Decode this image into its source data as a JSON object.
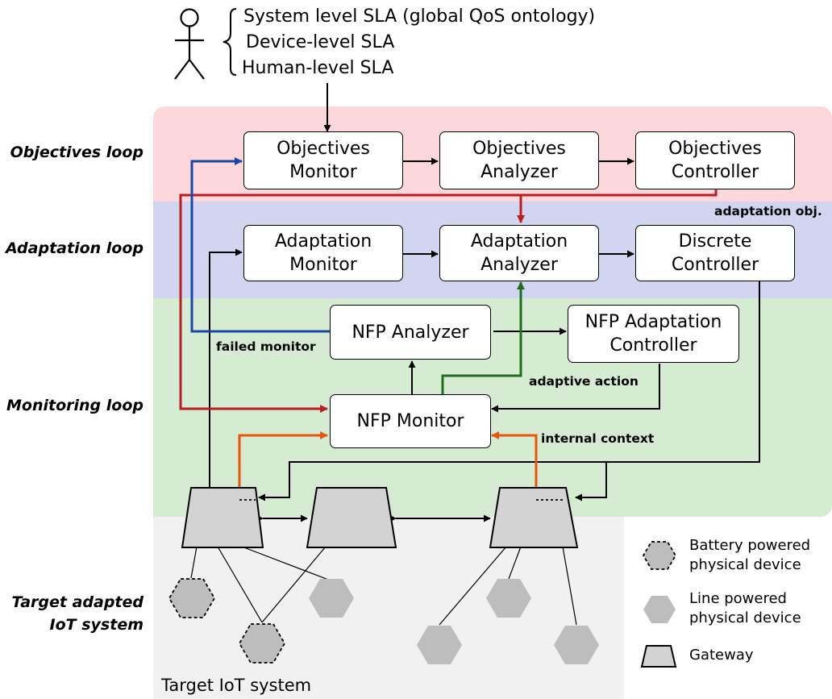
{
  "sla": {
    "items": [
      "System level SLA (global QoS ontology)",
      "Device-level SLA",
      "Human-level SLA"
    ]
  },
  "loops": {
    "objectives": "Objectives loop",
    "adaptation": "Adaptation loop",
    "monitoring": "Monitoring loop",
    "target": [
      "Target adapted",
      "IoT system"
    ]
  },
  "boxes": {
    "objectives_monitor": [
      "Objectives",
      "Monitor"
    ],
    "objectives_analyzer": [
      "Objectives",
      "Analyzer"
    ],
    "objectives_controller": [
      "Objectives",
      "Controller"
    ],
    "adaptation_monitor": [
      "Adaptation",
      "Monitor"
    ],
    "adaptation_analyzer": [
      "Adaptation",
      "Analyzer"
    ],
    "discrete_controller": [
      "Discrete",
      "Controller"
    ],
    "nfp_analyzer": [
      "NFP Analyzer"
    ],
    "nfp_adaptation_controller": [
      "NFP Adaptation",
      "Controller"
    ],
    "nfp_monitor": [
      "NFP Monitor"
    ]
  },
  "edge_labels": {
    "adaptation_obj": "adaptation obj.",
    "failed_monitor": "failed monitor",
    "adaptive_action": "adaptive action",
    "internal_context": "internal context"
  },
  "legend": {
    "battery": [
      "Battery powered",
      "physical device"
    ],
    "line": [
      "Line powered",
      "physical device"
    ],
    "gateway": "Gateway"
  },
  "target_system_caption": "Target IoT system",
  "colors": {
    "objectives_band": "#fcd8dc",
    "adaptation_band": "#d2d5ef",
    "monitoring_band": "#d6ecd2",
    "target_band": "#f1f1f1",
    "red_arrow": "#b81e22",
    "blue_arrow": "#1a47a6",
    "green_arrow": "#1f6e1f",
    "orange_arrow": "#e8550d",
    "device_fill": "#bdbdbd",
    "gateway_fill": "#d3d3d3"
  }
}
